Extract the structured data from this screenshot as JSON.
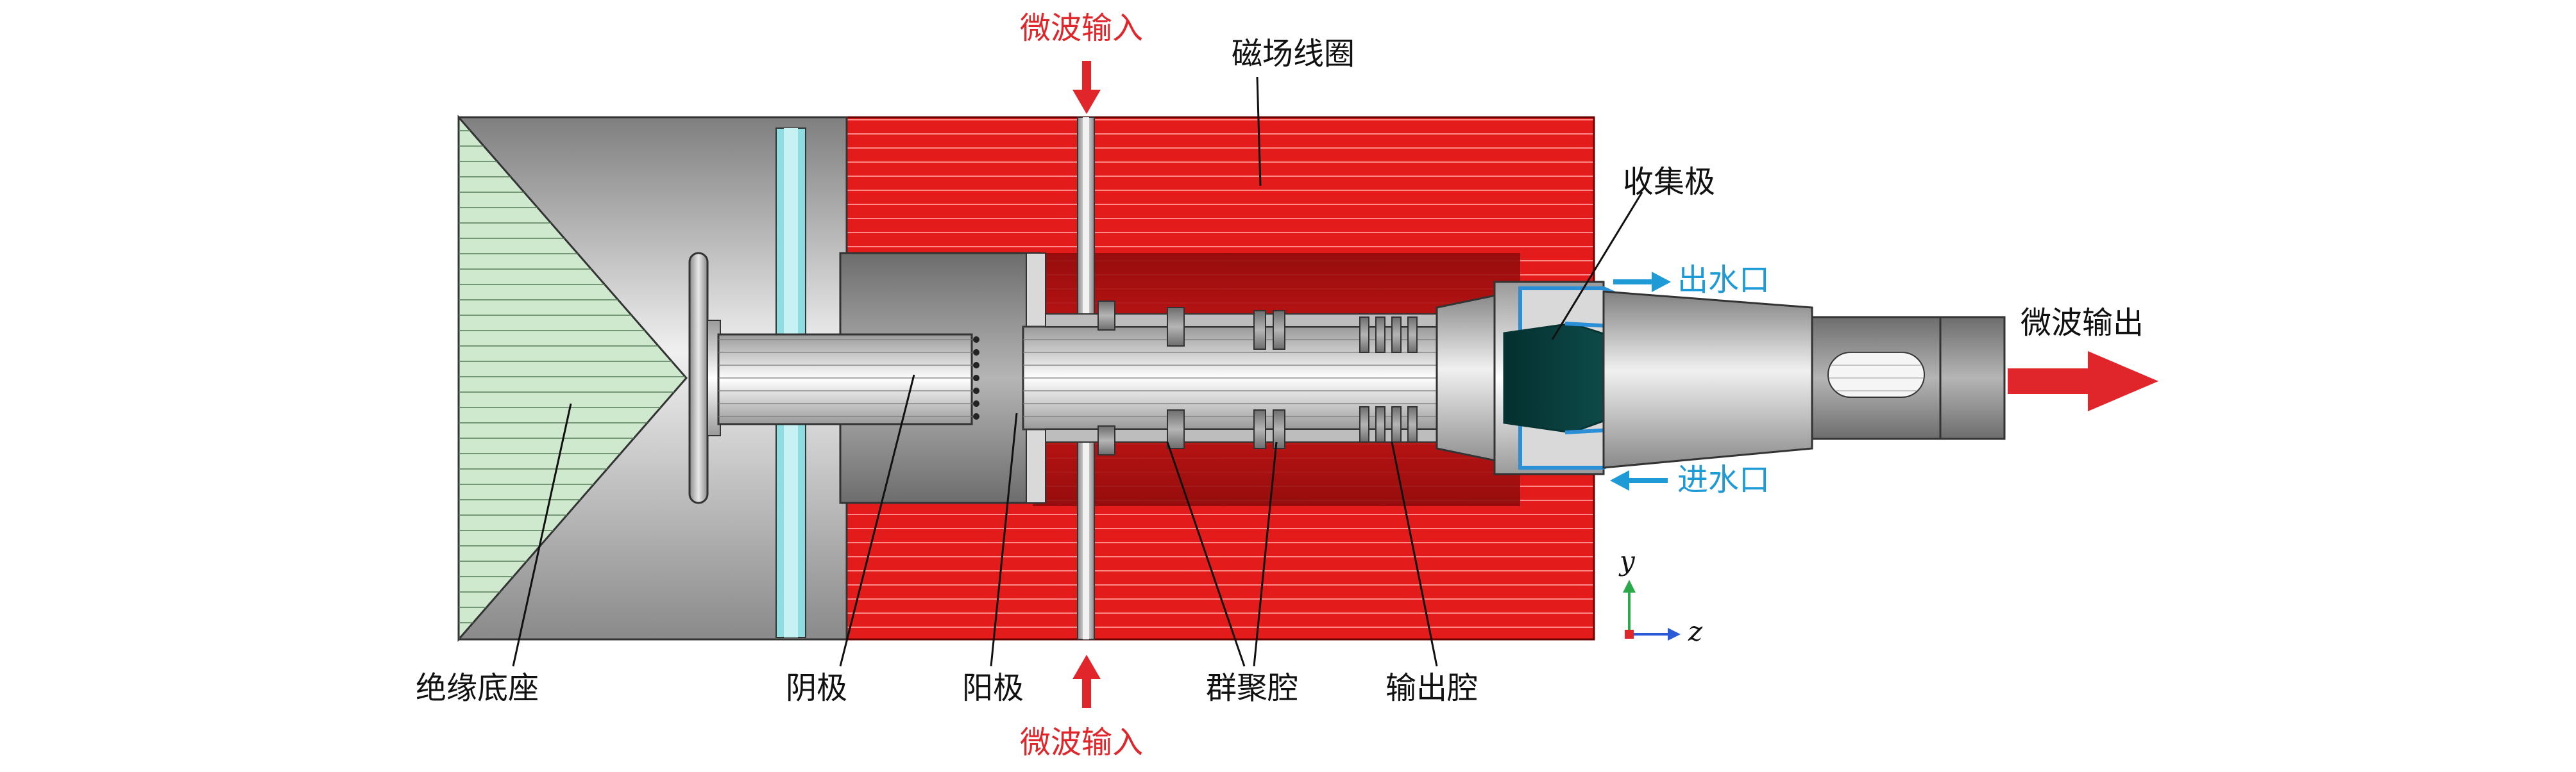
{
  "labels": {
    "microwave_input_top": "微波输入",
    "microwave_input_bottom": "微波输入",
    "magnetic_coil": "磁场线圈",
    "collector": "收集极",
    "water_outlet": "出水口",
    "water_inlet": "进水口",
    "microwave_output": "微波输出",
    "insulating_base": "绝缘底座",
    "cathode": "阴极",
    "anode": "阳极",
    "bunching_cavity": "群聚腔",
    "output_cavity": "输出腔"
  },
  "axes": {
    "y": "y",
    "z": "z"
  },
  "colors": {
    "magnet_red": "#e31b1b",
    "magnet_line": "#ff9a9a",
    "metal_gray": "#a9a9a9",
    "insulator_green": "#cfe9cf",
    "window_cyan": "#8fdde0",
    "collector_dark": "#0b4b4b",
    "water_blue": "#2a8fd6",
    "arrow_red": "#e0262a",
    "arrow_blue": "#1e9bd7"
  }
}
